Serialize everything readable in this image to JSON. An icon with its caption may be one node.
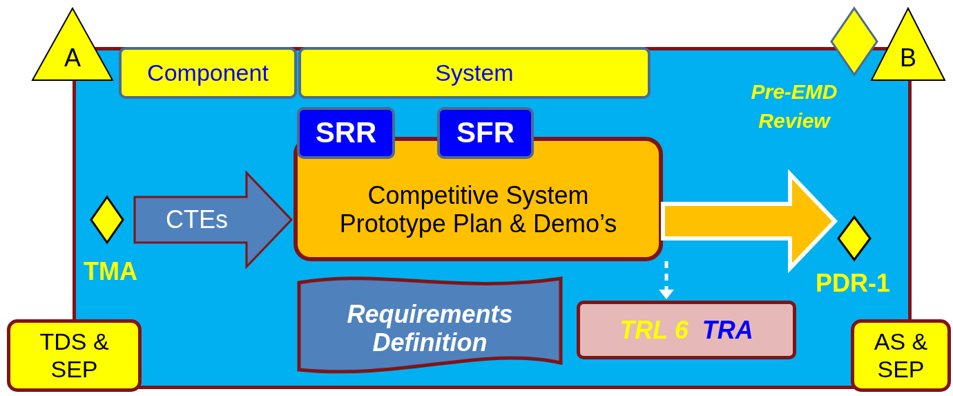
{
  "diagram": {
    "nodes": [
      {
        "text": [],
        "shape": "box"
      },
      {
        "text": [
          "A"
        ]
      },
      {
        "text": [
          "Component"
        ],
        "in": 0
      },
      {
        "text": [
          "System"
        ],
        "in": 0
      },
      {
        "text": [],
        "shape": "diamond",
        "beside": [
          "Pre-EMD Review"
        ]
      },
      {
        "text": [
          "B"
        ]
      },
      {
        "text": [
          "SRR"
        ],
        "in": 0
      },
      {
        "text": [
          "SFR"
        ],
        "in": 0
      },
      {
        "text": [
          "Competitive System Prototype Plan & Demo’s"
        ],
        "in": 0
      },
      {
        "text": [],
        "shape": "diamond",
        "in": 0,
        "beside": [
          "TMA"
        ]
      },
      {
        "text": [],
        "shape": "diamond",
        "in": 0,
        "beside": [
          "PDR-1"
        ]
      },
      {
        "text": [
          "Requirements Definition"
        ],
        "in": 0
      },
      {
        "text": [
          "TRL 6",
          "TRA"
        ],
        "in": 0
      },
      {
        "text": [
          "TDS & SEP"
        ]
      },
      {
        "text": [
          "AS & SEP"
        ]
      }
    ],
    "edges": [
      {
        "from": 9,
        "to": 8,
        "arrow": "to",
        "label": "CTEs",
        "style": "thick",
        "color": "#4f81bd"
      },
      {
        "from": 8,
        "to": 10,
        "arrow": "to",
        "style": "thick",
        "color": "#ffc000"
      },
      {
        "from": 8,
        "to": 12,
        "arrow": "to",
        "style": "dashed",
        "color": "#ffffff"
      }
    ]
  }
}
